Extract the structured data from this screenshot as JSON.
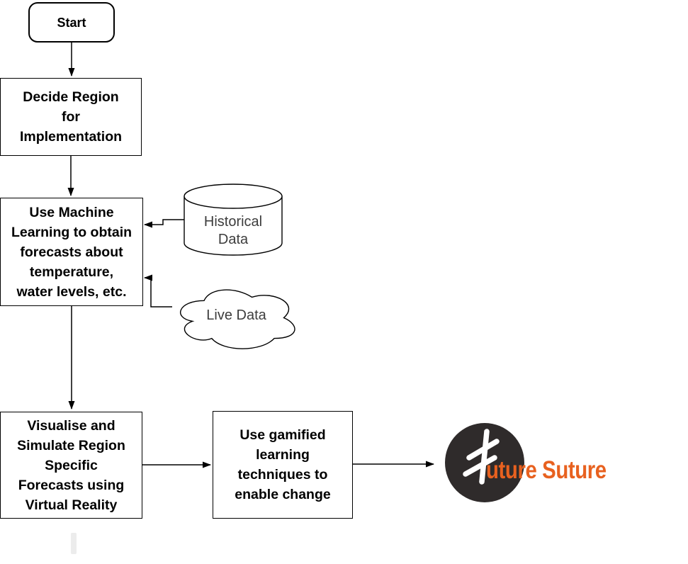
{
  "flowchart": {
    "background_color": "#FFFFFF",
    "stroke_color": "#000000",
    "nodes": {
      "start": {
        "label": "Start",
        "shape": "rounded-rectangle"
      },
      "decide_region": {
        "label": "Decide Region\nfor\nImplementation",
        "shape": "rectangle"
      },
      "machine_learning": {
        "label": "Use Machine\nLearning to obtain\nforecasts about\ntemperature,\nwater levels, etc.",
        "shape": "rectangle"
      },
      "historical_data": {
        "label": "Historical\nData",
        "shape": "cylinder"
      },
      "live_data": {
        "label": "Live Data",
        "shape": "cloud"
      },
      "visualise_vr": {
        "label": "Visualise and\nSimulate Region\nSpecific\nForecasts using\nVirtual Reality",
        "shape": "rectangle"
      },
      "gamified_learning": {
        "label": "Use gamified\nlearning\ntechniques to\nenable change",
        "shape": "rectangle"
      }
    },
    "connectors": [
      {
        "from": "start",
        "to": "decide_region"
      },
      {
        "from": "decide_region",
        "to": "machine_learning"
      },
      {
        "from": "historical_data",
        "to": "machine_learning"
      },
      {
        "from": "live_data",
        "to": "machine_learning"
      },
      {
        "from": "machine_learning",
        "to": "visualise_vr"
      },
      {
        "from": "visualise_vr",
        "to": "gamified_learning"
      },
      {
        "from": "gamified_learning",
        "to": "future_suture_logo"
      }
    ]
  },
  "logo": {
    "text": "uture Suture",
    "icon": "suture-stitch-icon",
    "text_color": "#E8611F",
    "circle_color": "#2F2B2B",
    "glyph_color": "#FFFFFF"
  }
}
